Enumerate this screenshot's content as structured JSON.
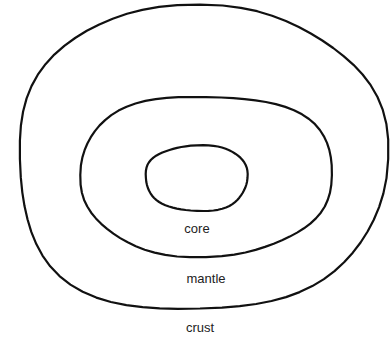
{
  "diagram": {
    "nodes": [
      {
        "text": [
          "crust"
        ]
      },
      {
        "text": [
          "mantle"
        ],
        "in": 0
      },
      {
        "text": [
          "core"
        ],
        "in": 1
      }
    ]
  }
}
